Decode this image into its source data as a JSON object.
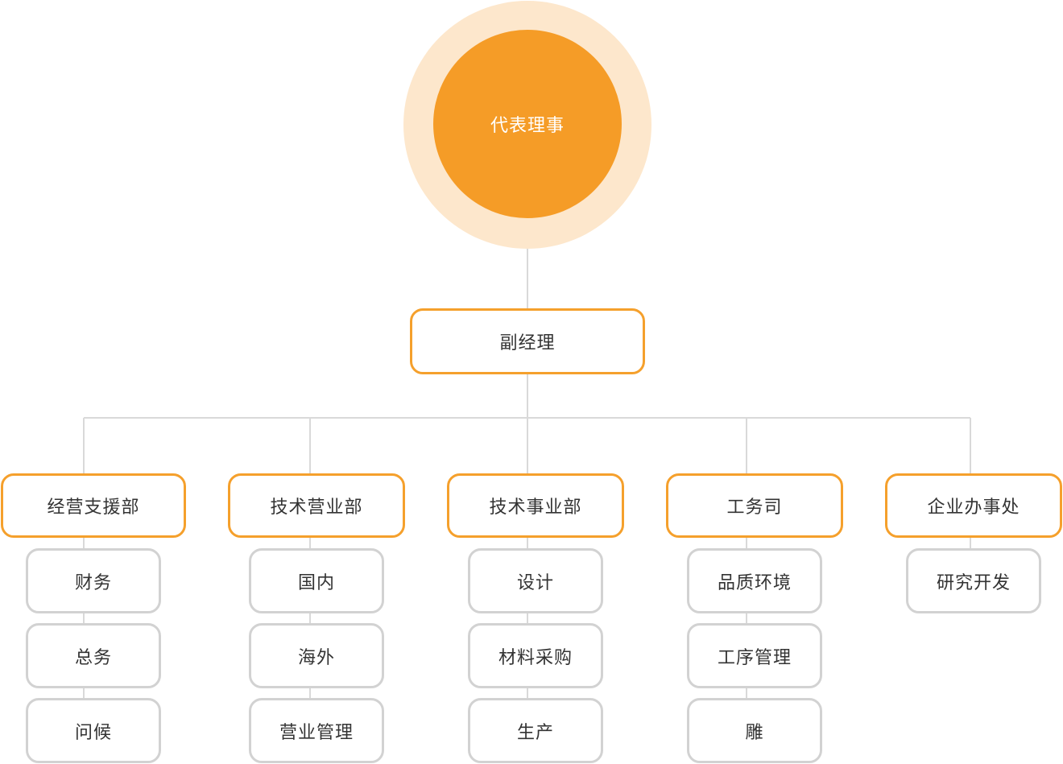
{
  "colors": {
    "accent": "#f59c27",
    "halo": "#fde7cc",
    "orange_border": "#f5a02c",
    "gray_border": "#d2d2d2",
    "line": "#d9d9d9",
    "text": "#333333"
  },
  "root": {
    "label": "代表理事"
  },
  "vice": {
    "label": "副经理"
  },
  "departments": [
    {
      "label": "经营支援部",
      "children": [
        "财务",
        "总务",
        "问候"
      ]
    },
    {
      "label": "技术营业部",
      "children": [
        "国内",
        "海外",
        "营业管理"
      ]
    },
    {
      "label": "技术事业部",
      "children": [
        "设计",
        "材料采购",
        "生产"
      ]
    },
    {
      "label": "工务司",
      "children": [
        "品质环境",
        "工序管理",
        "雕"
      ]
    },
    {
      "label": "企业办事处",
      "children": [
        "研究开发"
      ]
    }
  ]
}
